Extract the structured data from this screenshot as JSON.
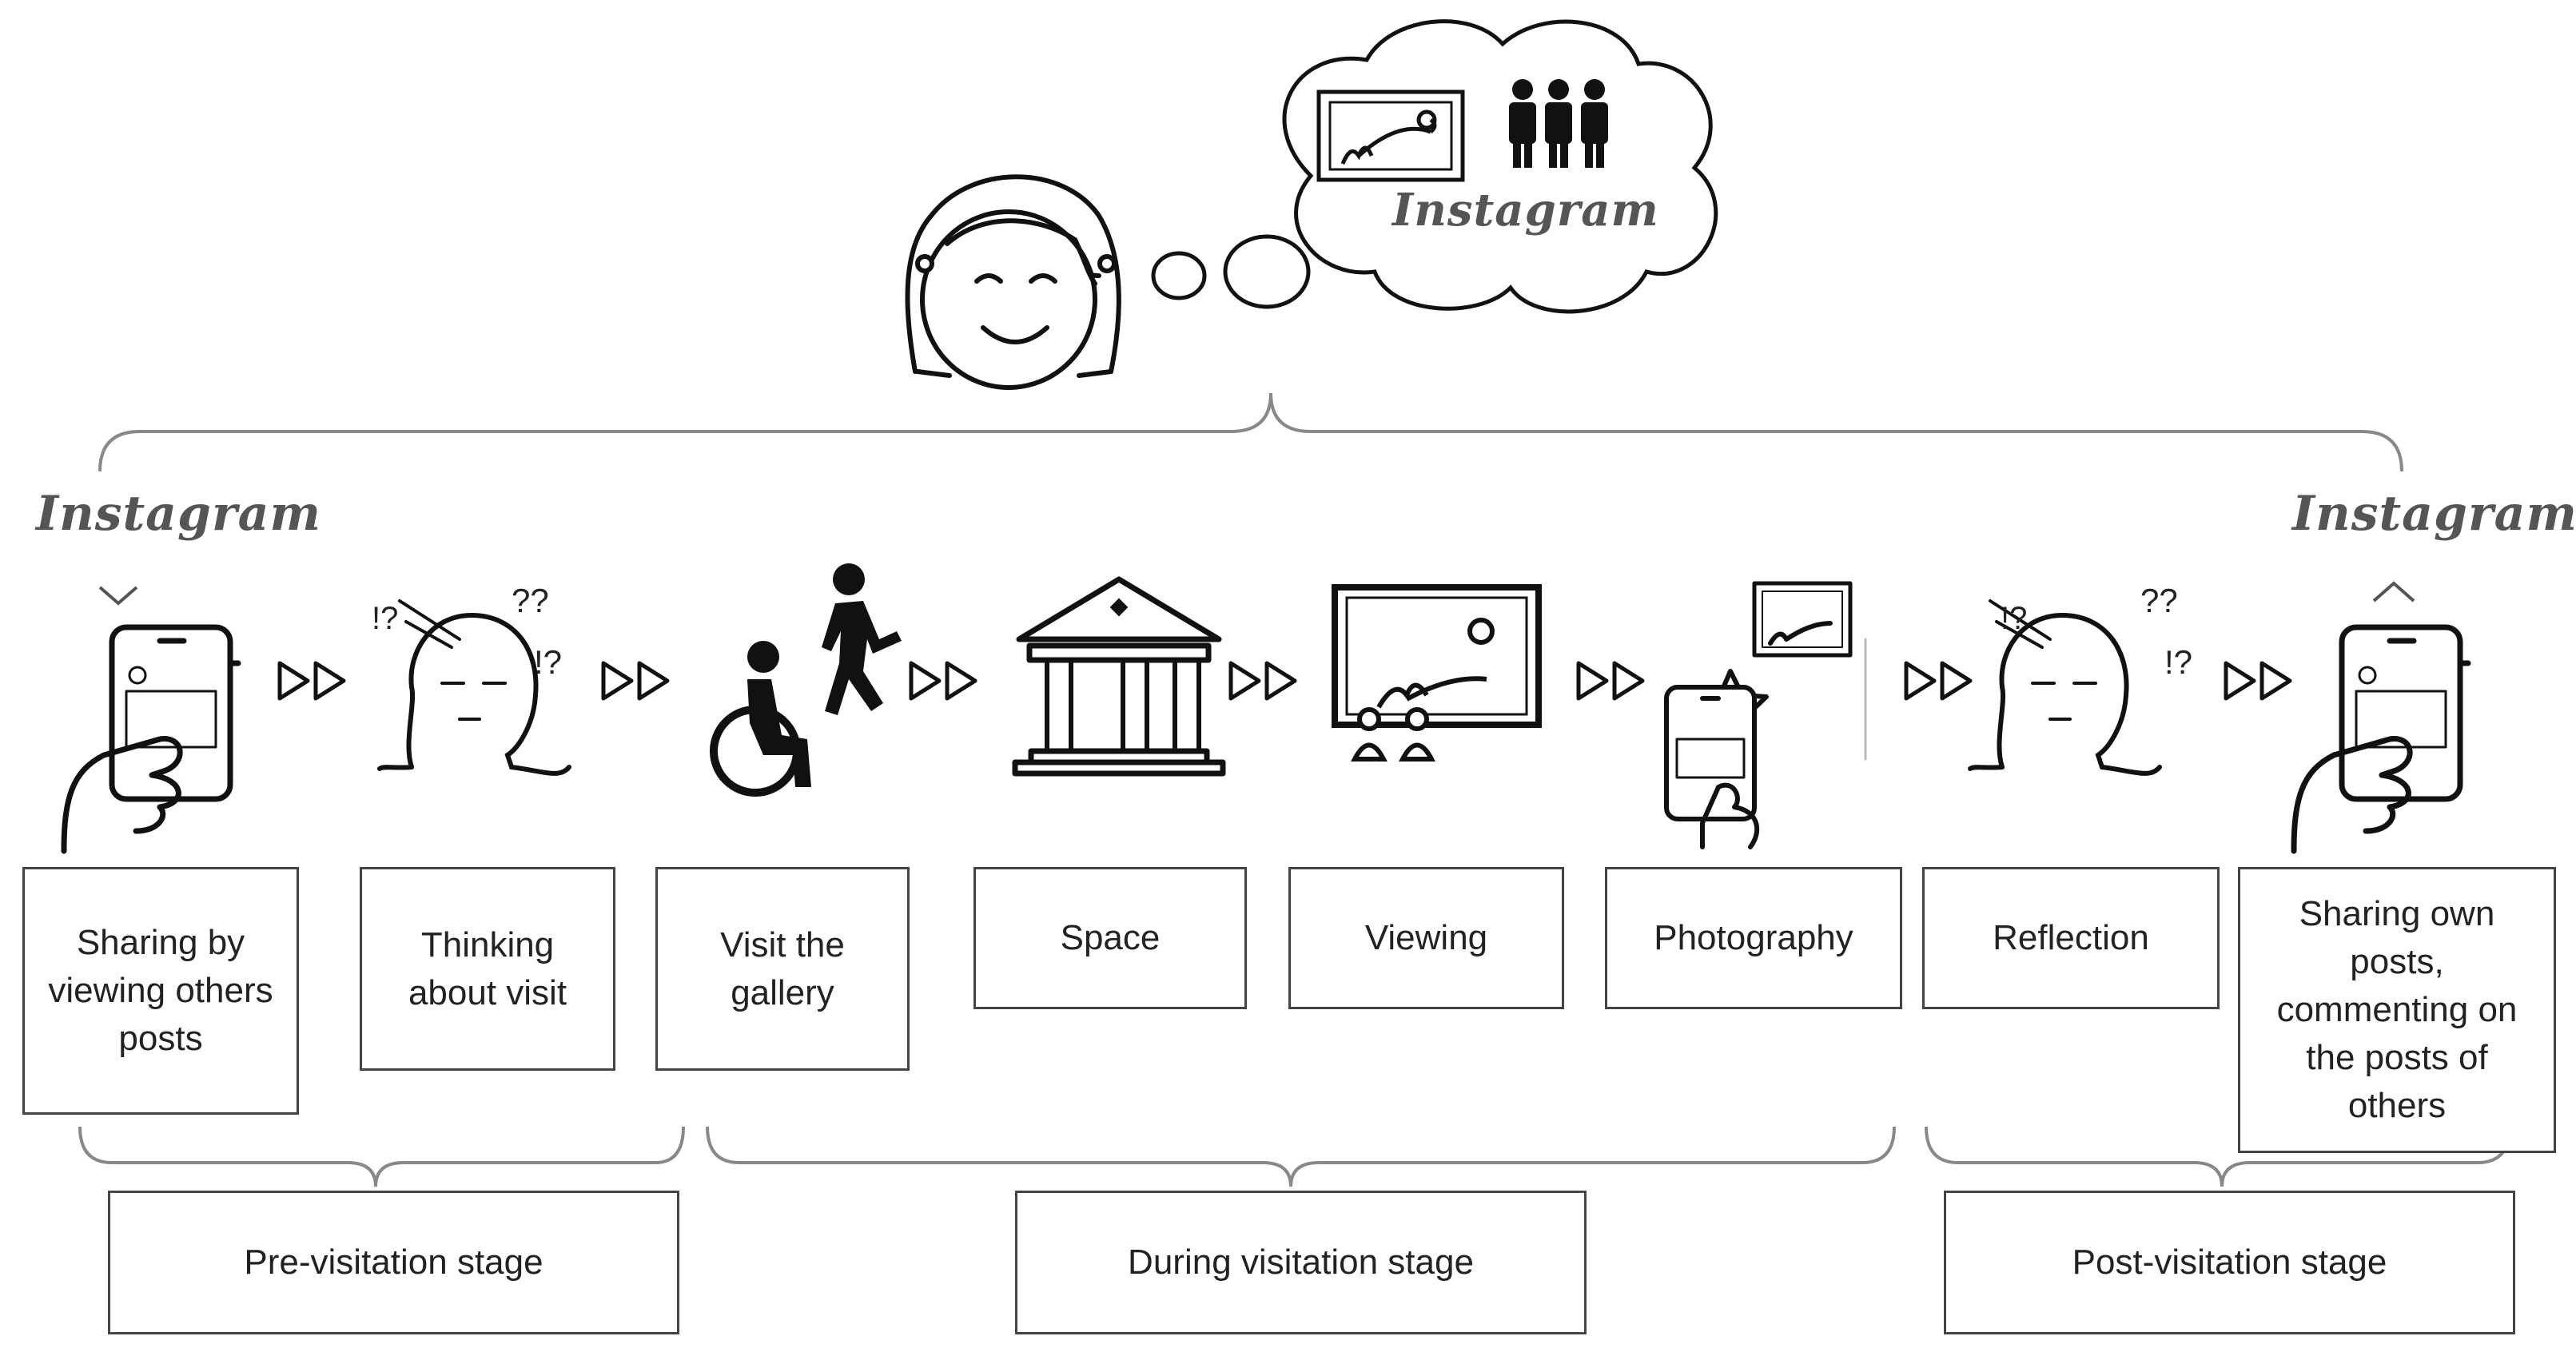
{
  "logo": {
    "text": "Instagram"
  },
  "steps": [
    {
      "label": "Sharing by viewing others posts",
      "icon": "phone-in-hand-icon"
    },
    {
      "label": "Thinking about visit",
      "icon": "thinking-head-icon"
    },
    {
      "label": "Visit the gallery",
      "icon": "visitors-icon"
    },
    {
      "label": "Space",
      "icon": "gallery-building-icon"
    },
    {
      "label": "Viewing",
      "icon": "viewing-artwork-icon"
    },
    {
      "label": "Photography",
      "icon": "phone-photograph-icon"
    },
    {
      "label": "Reflection",
      "icon": "thinking-head-icon"
    },
    {
      "label": "Sharing own posts, commenting on the posts of others",
      "icon": "phone-in-hand-icon"
    }
  ],
  "stages": [
    {
      "label": "Pre-visitation stage"
    },
    {
      "label": "During visitation stage"
    },
    {
      "label": "Post-visitation stage"
    }
  ],
  "head_marks": {
    "top": "??",
    "left": "!?",
    "right": "!?"
  },
  "arrow_glyph": "▷▷",
  "colors": {
    "line": "#444444",
    "icon": "#111111",
    "bracket": "#888888"
  }
}
